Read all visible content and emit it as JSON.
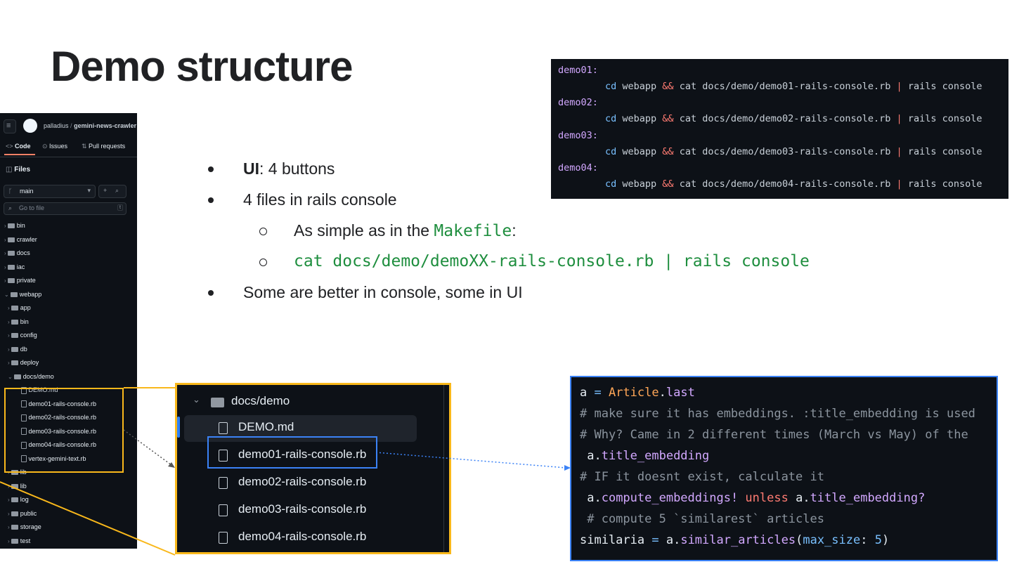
{
  "slide": {
    "title": "Demo structure"
  },
  "bullets": {
    "b1_bold": "UI",
    "b1_rest": ": 4 buttons",
    "b2": "4 files in rails console",
    "b2_sub1_prefix": "As simple as in the ",
    "b2_sub1_code": "Makefile",
    "b2_sub1_suffix": ":",
    "b2_sub2_code": "cat docs/demo/demoXX-rails-console.rb | rails console",
    "b3": "Some are better in console, some in UI"
  },
  "makefile": {
    "targets": [
      {
        "name": "demo01:",
        "cd": "cd",
        "mid1": " webapp ",
        "op": "&&",
        "mid2": " cat docs/demo/demo01-rails-console.rb ",
        "pipe": "|",
        "end": " rails console"
      },
      {
        "name": "demo02:",
        "cd": "cd",
        "mid1": " webapp ",
        "op": "&&",
        "mid2": " cat docs/demo/demo02-rails-console.rb ",
        "pipe": "|",
        "end": " rails console"
      },
      {
        "name": "demo03:",
        "cd": "cd",
        "mid1": " webapp ",
        "op": "&&",
        "mid2": " cat docs/demo/demo03-rails-console.rb ",
        "pipe": "|",
        "end": " rails console"
      },
      {
        "name": "demo04:",
        "cd": "cd",
        "mid1": " webapp ",
        "op": "&&",
        "mid2": " cat docs/demo/demo04-rails-console.rb ",
        "pipe": "|",
        "end": " rails console"
      }
    ]
  },
  "github": {
    "owner": "palladius",
    "separator": "/",
    "repo": "gemini-news-crawler",
    "tabs": [
      "Code",
      "Issues",
      "Pull requests"
    ],
    "files_heading": "Files",
    "branch": "main",
    "goto_placeholder": "Go to file",
    "goto_shortcut": "t",
    "tree": [
      {
        "label": "bin"
      },
      {
        "label": "crawler"
      },
      {
        "label": "docs"
      },
      {
        "label": "iac"
      },
      {
        "label": "private"
      },
      {
        "label": "webapp"
      },
      {
        "label": "app"
      },
      {
        "label": "bin"
      },
      {
        "label": "config"
      },
      {
        "label": "db"
      },
      {
        "label": "deploy"
      },
      {
        "label": "docs/demo"
      },
      {
        "label": "DEMO.md"
      },
      {
        "label": "demo01-rails-console.rb"
      },
      {
        "label": "demo02-rails-console.rb"
      },
      {
        "label": "demo03-rails-console.rb"
      },
      {
        "label": "demo04-rails-console.rb"
      },
      {
        "label": "vertex-gemini-text.rb"
      },
      {
        "label": "lib"
      },
      {
        "label": "lib"
      },
      {
        "label": "log"
      },
      {
        "label": "public"
      },
      {
        "label": "storage"
      },
      {
        "label": "test"
      }
    ]
  },
  "zoom": {
    "folder": "docs/demo",
    "files": [
      "DEMO.md",
      "demo01-rails-console.rb",
      "demo02-rails-console.rb",
      "demo03-rails-console.rb",
      "demo04-rails-console.rb"
    ]
  },
  "ruby": {
    "l1_a": "a ",
    "l1_eq": "=",
    "l1_cls": " Article",
    "l1_dot": ".",
    "l1_m": "last",
    "l2": "# make sure it has embeddings. :title_embedding is used",
    "l3": "# Why? Came in 2 different times (March vs May) of the",
    "l4_a": " a.",
    "l4_m": "title_embedding",
    "l5": "# IF it doesnt exist, calculate it",
    "l6_a": " a.",
    "l6_m": "compute_embeddings!",
    "l6_k": " unless",
    "l6_b": " a.",
    "l6_m2": "title_embedding?",
    "l7": " # compute 5 `similarest` articles",
    "l8_a": "similaria ",
    "l8_eq": "=",
    "l8_b": " a.",
    "l8_m": "similar_articles",
    "l8_p": "(",
    "l8_sym": "max_size",
    "l8_c": ": ",
    "l8_n": "5",
    "l8_e": ")"
  },
  "colors": {
    "highlight_orange": "#f9b81b",
    "highlight_blue": "#3b82f6",
    "code_bg": "#0d1117",
    "green_code": "#1e8e3e"
  }
}
